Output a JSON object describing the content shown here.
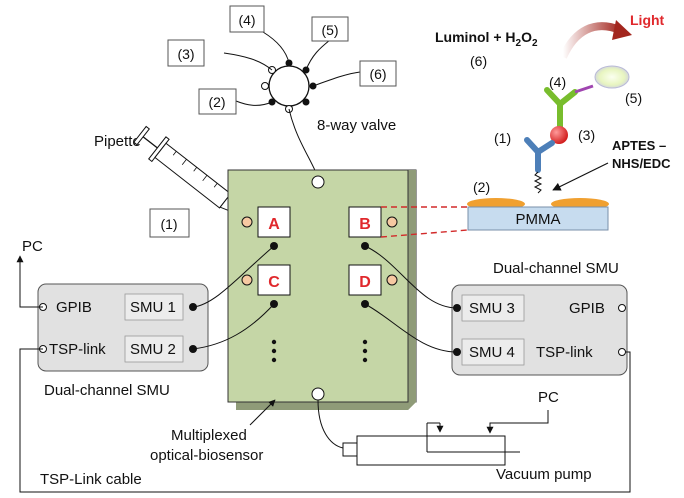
{
  "valve": {
    "label": "8-way valve",
    "ports": [
      "(4)",
      "(5)",
      "(3)",
      "(6)",
      "(2)"
    ]
  },
  "left_index": "(1)",
  "pipette": "Pipette",
  "sensor": {
    "caption_line1": "Multiplexed",
    "caption_line2": "optical-biosensor",
    "wells": [
      "A",
      "B",
      "C",
      "D"
    ]
  },
  "smu_left": {
    "caption": "Dual-channel SMU",
    "gpib": "GPIB",
    "tsp": "TSP-link",
    "ch1": "SMU 1",
    "ch2": "SMU 2"
  },
  "smu_right": {
    "caption": "Dual-channel SMU",
    "gpib": "GPIB",
    "tsp": "TSP-link",
    "ch1": "SMU 3",
    "ch2": "SMU 4"
  },
  "pc_left": "PC",
  "pc_right": "PC",
  "pump": "Vacuum pump",
  "cable": "TSP-Link cable",
  "chemistry": {
    "luminol_prefix": "Luminol + H",
    "h2o2_sub1": "2",
    "h2o2_o": "O",
    "h2o2_sub2": "2",
    "luminol_index": "(6)",
    "light": "Light",
    "idx4": "(4)",
    "idx5": "(5)",
    "idx1": "(1)",
    "idx3": "(3)",
    "idx2": "(2)",
    "aptes_line1": "APTES –",
    "aptes_line2": "NHS/EDC",
    "substrate": "PMMA"
  },
  "colors": {
    "sensor_face": "#c5d6a6",
    "sensor_side": "#8f9b78",
    "smu_fill": "#e1e1e1",
    "well_label": "#e0282c",
    "pmma": "#c7dcef",
    "gold": "#f0a030",
    "dashed": "#d22a2a",
    "light_arrow": "#a3261e"
  }
}
